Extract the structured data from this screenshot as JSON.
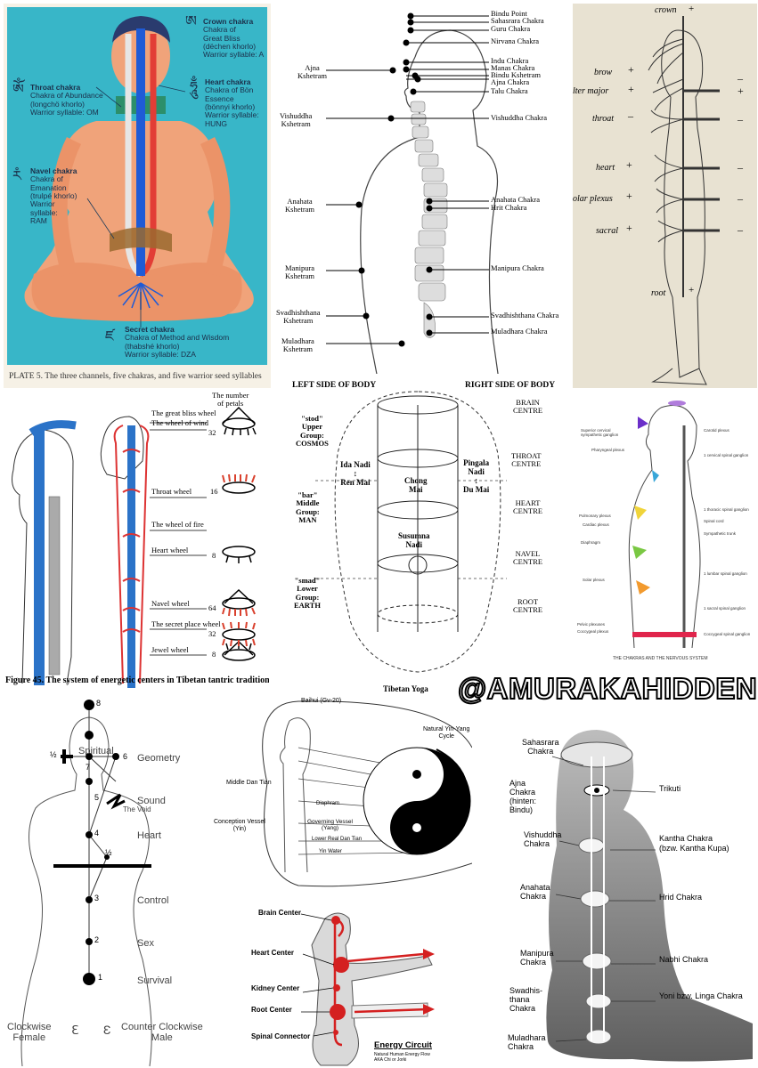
{
  "watermark": "@AMURAKAHIDDEN",
  "p1": {
    "bg": "#38b6c8",
    "crown": [
      "Crown chakra",
      "Chakra of",
      "Great Bliss",
      "(dëchen khorlo)",
      "Warrior syllable: A"
    ],
    "throat": [
      "Throat chakra",
      "Chakra of Abundance",
      "(longchö khorlo)",
      "Warrior syllable: OM"
    ],
    "heart": [
      "Heart chakra",
      "Chakra of Bön",
      "Essence",
      "(bönnyi khorlo)",
      "Warrior syllable:",
      "HUNG"
    ],
    "navel": [
      "Navel chakra",
      "Chakra of",
      "Emanation",
      "(trulpé khorlo)",
      "Warrior",
      "syllable:",
      "RAM"
    ],
    "secret": [
      "Secret chakra",
      "Chakra of Method and Wisdom",
      "(thabshé khorlo)",
      "Warrior syllable: DZA"
    ],
    "caption": "PLATE 5. The three channels, five chakras, and five warrior seed syllables"
  },
  "p2": {
    "right": [
      "Bindu Point",
      "Sahasrara Chakra",
      "Guru Chakra",
      "Nirvana Chakra",
      "Indu Chakra",
      "Manas Chakra",
      "Bindu Kshetram",
      "Ajna Chakra",
      "Talu Chakra",
      "Vishuddha Chakra",
      "Anahata Chakra",
      "Hrit Chakra",
      "Manipura Chakra",
      "Svadhishthana Chakra",
      "Muladhara Chakra"
    ],
    "left": [
      [
        "Ajna",
        "Kshetram"
      ],
      [
        "Vishuddha",
        "Kshetram"
      ],
      [
        "Anahata",
        "Kshetram"
      ],
      [
        "Manipura",
        "Kshetram"
      ],
      [
        "Svadhishthana",
        "Kshetram"
      ],
      [
        "Muladhara",
        "Kshetram"
      ]
    ]
  },
  "p3": {
    "labels": [
      "crown",
      "brow",
      "lter major",
      "throat",
      "heart",
      "olar plexus",
      "sacral",
      "root"
    ],
    "left_signs": [
      "+",
      "+",
      "–",
      "+",
      "+",
      "+",
      "+"
    ],
    "right_signs": [
      "+",
      "–",
      "+",
      "–",
      "–",
      "–",
      "–"
    ],
    "root_sign": "+"
  },
  "p4": {
    "header": [
      "The number",
      "of petals"
    ],
    "wheels": [
      "The great bliss wheel",
      "The wheel of wind",
      "Throat wheel",
      "The wheel of fire",
      "Heart wheel",
      "Navel wheel",
      "The secret place wheel",
      "Jewel wheel"
    ],
    "counts": [
      "32",
      "16",
      "8",
      "64",
      "32",
      "8"
    ],
    "caption": "Figure 45. The system of energetic centers in Tibetan tantric tradition"
  },
  "p5": {
    "left_side": "LEFT SIDE OF BODY",
    "right_side": "RIGHT SIDE OF BODY",
    "groups": [
      [
        "\"stod\"",
        "Upper",
        "Group:",
        "COSMOS"
      ],
      [
        "\"bar\"",
        "Middle",
        "Group:",
        "MAN"
      ],
      [
        "\"smad\"",
        "Lower",
        "Group:",
        "EARTH"
      ]
    ],
    "centres": [
      [
        "BRAIN",
        "CENTRE"
      ],
      [
        "THROAT",
        "CENTRE"
      ],
      [
        "HEART",
        "CENTRE"
      ],
      [
        "NAVEL",
        "CENTRE"
      ],
      [
        "ROOT",
        "CENTRE"
      ]
    ],
    "ida": [
      "Ida Nadi",
      "↕",
      "Ren Mai"
    ],
    "pingala": [
      "Pingala",
      "Nadi",
      "↕",
      "Du Mai"
    ],
    "chong": [
      "Chong",
      "Mai"
    ],
    "susumna": [
      "Susumna",
      "Nadi"
    ],
    "title": "Tibetan Yoga"
  },
  "p6": {
    "left": [
      "Superior cervical",
      "sympathetic ganglion",
      "Pharyngeal plexus",
      "Pulmonary plexus",
      "Cardiac plexus",
      "Diaphragm",
      "Solar plexus",
      "Pelvic plexuses",
      "Coccygeal plexus"
    ],
    "right": [
      "Carotid plexus",
      "1 cervical spinal ganglion",
      "1 thoracic spinal ganglion",
      "Spinal cord",
      "Sympathetic trunk",
      "1 lumbar spinal ganglion",
      "1 sacral spinal ganglion",
      "Coccygeal spinal ganglion"
    ],
    "caption": "THE CHAKRAS AND THE NERVOUS SYSTEM"
  },
  "p7": {
    "levels": [
      "8",
      "Spiritual",
      "½",
      "7",
      "6",
      "Geometry",
      "5",
      "Sound",
      "The Void",
      "4",
      "Heart",
      "½",
      "3",
      "Control",
      "2",
      "Sex",
      "1",
      "Survival"
    ],
    "bottom": [
      "Clockwise",
      "Female",
      "Counter Clockwise",
      "Male"
    ]
  },
  "p8": {
    "labels": [
      "Baihui (Gv-20)",
      "Natural Yin-Yang",
      "Cycle",
      "Middle Dan Tian",
      "Conception Vessel",
      "(Yin)",
      "Governing Vessel",
      "(Yang)",
      "Diaphram",
      "Lower Real Dan Tian",
      "Yin Water"
    ]
  },
  "p9": {
    "labels": [
      "Brain Center",
      "Heart Center",
      "Kidney  Center",
      "Root Center",
      "Spinal Connector",
      "Energy Circuit",
      "Natural Human Energy Flow",
      "AKA Chi or Jorki"
    ]
  },
  "p10": {
    "left": [
      [
        "Sahasrara",
        "Chakra"
      ],
      [
        "Ajna",
        "Chakra",
        "(hinten:",
        "Bindu)"
      ],
      [
        "Vishuddha",
        "Chakra"
      ],
      [
        "Anahata",
        "Chakra"
      ],
      [
        "Manipura",
        "Chakra"
      ],
      [
        "Swadhis-",
        "thana",
        "Chakra"
      ],
      [
        "Muladhara",
        "Chakra"
      ]
    ],
    "right": [
      "Trikuti",
      "Kantha Chakra",
      "(bzw. Kantha Kupa)",
      "Hrid Chakra",
      "Nabhi Chakra",
      "Yoni bzw. Linga Chakra"
    ]
  }
}
